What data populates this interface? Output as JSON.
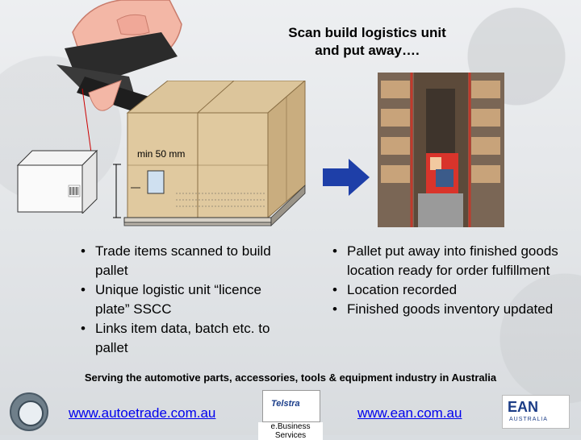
{
  "title": {
    "line1": "Scan build logistics unit",
    "line2": "and put away…."
  },
  "diagram": {
    "min_label": "min 50 mm"
  },
  "bullets_left": [
    {
      "bullet": "•",
      "text": "Trade items scanned to build pallet"
    },
    {
      "bullet": "•",
      "text": "Unique logistic unit “licence plate” SSCC"
    },
    {
      "bullet": "•",
      "text": "Links item data, batch etc. to pallet"
    }
  ],
  "bullets_right": [
    {
      "bullet": "•",
      "text": "Pallet put away into finished goods location ready for order fulfillment"
    },
    {
      "bullet": "•",
      "text": "Location recorded"
    },
    {
      "bullet": "•",
      "text": "Finished goods inventory updated"
    }
  ],
  "footer": {
    "tagline": "Serving the automotive parts, accessories, tools & equipment industry in Australia",
    "link_left": "www.autoetrade.com.au",
    "link_right": "www.ean.com.au",
    "telstra_logo": "Telstra",
    "telstra_sub": "e.Business Services",
    "ean_logo": "EAN",
    "ean_sub": "AUSTRALIA"
  },
  "colors": {
    "link": "#0000ee",
    "arrow": "#1e3fa8",
    "box": "#d8bf94"
  }
}
